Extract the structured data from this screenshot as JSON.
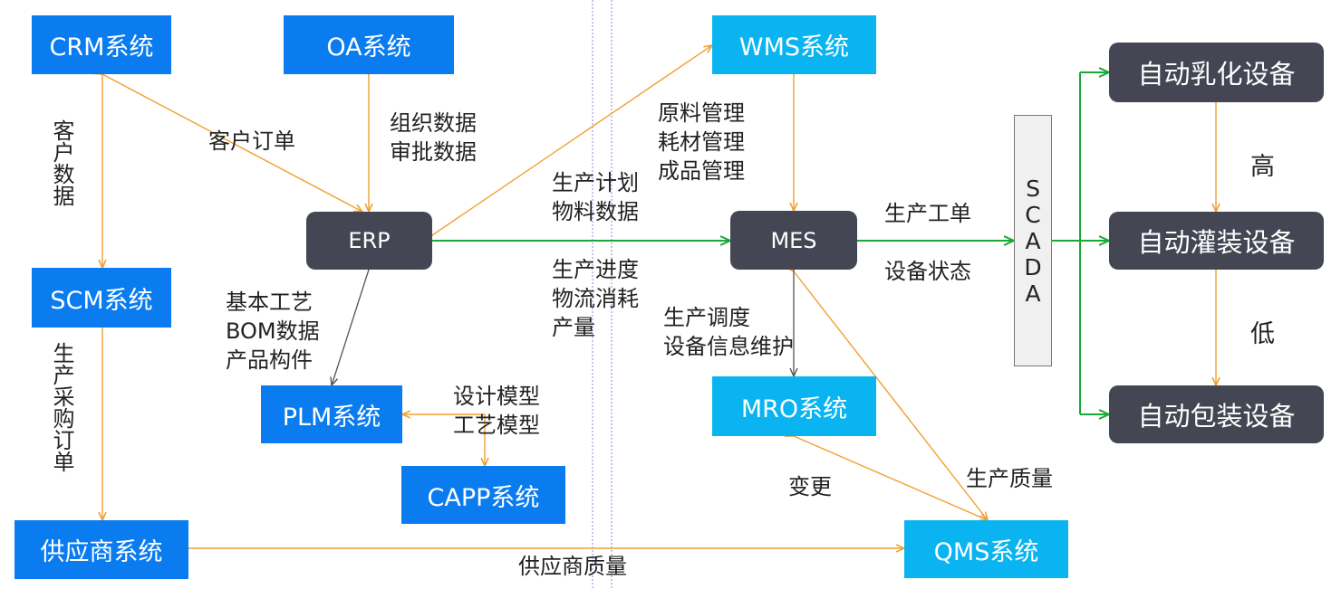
{
  "colors": {
    "blue_box": "#0a7cf0",
    "cyan_box": "#0ab4f0",
    "dark_box": "#444654",
    "orange_link": "#f0a030",
    "green_link": "#1aa838",
    "gray_link": "#555555",
    "divider": "#8a8ad8"
  },
  "nodes": {
    "crm": "CRM系统",
    "oa": "OA系统",
    "scm": "SCM系统",
    "supplier": "供应商系统",
    "erp": "ERP",
    "plm": "PLM系统",
    "capp": "CAPP系统",
    "wms": "WMS系统",
    "mes": "MES",
    "mro": "MRO系统",
    "qms": "QMS系统",
    "scada": "SCADA",
    "emulsify": "自动乳化设备",
    "filling": "自动灌装设备",
    "packing": "自动包装设备"
  },
  "labels": {
    "customer_order": "客户订单",
    "customer_data": "客户数据",
    "org_approval": "组织数据\n审批数据",
    "purchase": "生产采购订单",
    "bom": "基本工艺\nBOM数据\n产品构件",
    "design_model": "设计模型\n工艺模型",
    "plan_material": "生产计划\n物料数据",
    "progress": "生产进度\n物流消耗\n产量",
    "wms_mgmt": "原料管理\n耗材管理\n成品管理",
    "dispatch": "生产调度\n设备信息维护",
    "work_order": "生产工单",
    "device_status": "设备状态",
    "change": "变更",
    "quality": "生产质量",
    "supplier_quality": "供应商质量",
    "high": "高",
    "low": "低"
  }
}
